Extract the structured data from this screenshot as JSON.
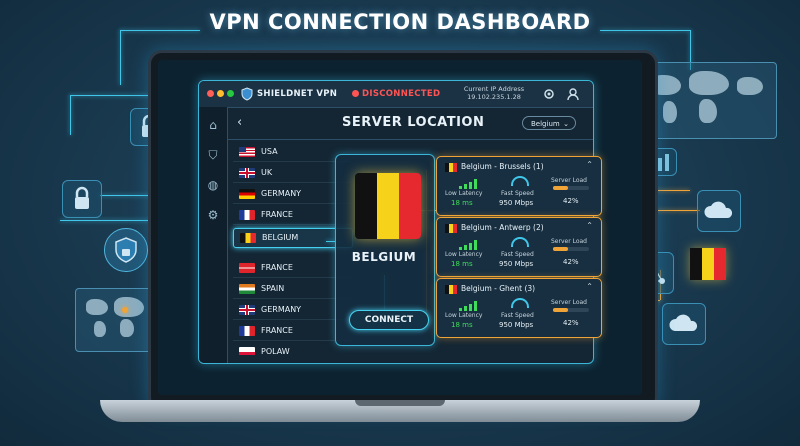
{
  "page_title": "VPN CONNECTION DASHBOARD",
  "app": {
    "name": "SHIELDNET VPN",
    "status": "DISCONNECTED",
    "ip_label": "Current IP Address",
    "ip_value": "19.102.235.1.28"
  },
  "content": {
    "title": "SERVER LOCATION",
    "region_select": "Belgium"
  },
  "countries": [
    {
      "name": "USA",
      "flag": "usa-flag"
    },
    {
      "name": "UK",
      "flag": "uk-flag"
    },
    {
      "name": "GERMANY",
      "flag": "germany-flag"
    },
    {
      "name": "FRANCE",
      "flag": "france-flag"
    },
    {
      "name": "BELGIUM",
      "flag": "belgium-flag",
      "active": true
    },
    {
      "name": "FRANCE",
      "flag": "france-flag"
    },
    {
      "name": "SPAIN",
      "flag": "spain-flag"
    },
    {
      "name": "GERMANY",
      "flag": "uk-flag"
    },
    {
      "name": "FRANCE",
      "flag": "france-flag"
    },
    {
      "name": "POLAW",
      "flag": "poland-flag"
    }
  ],
  "selected": {
    "name": "BELGIUM",
    "connect_label": "CONNECT"
  },
  "servers": [
    {
      "name": "Belgium - Brussels (1)",
      "latency_label": "Low Latency",
      "latency": "18 ms",
      "speed_label": "Fast Speed",
      "speed": "950 Mbps",
      "load_label": "Server Load",
      "load": "42%",
      "load_fraction": 0.42
    },
    {
      "name": "Belgium - Antwerp (2)",
      "latency_label": "Low Latency",
      "latency": "18 ms",
      "speed_label": "Fast Speed",
      "speed": "950 Mbps",
      "load_label": "Server Load",
      "load": "42%",
      "load_fraction": 0.42
    },
    {
      "name": "Belgium - Ghent (3)",
      "latency_label": "Low Latency",
      "latency": "18 ms",
      "speed_label": "Fast Speed",
      "speed": "950 Mbps",
      "load_label": "Server Load",
      "load": "42%",
      "load_fraction": 0.42
    }
  ],
  "colors": {
    "accent": "#3fc6e8",
    "warning": "#f0a437",
    "status_red": "#ff5454",
    "good_green": "#3edc5a"
  },
  "icons": [
    "home-icon",
    "shield-icon",
    "globe-icon",
    "settings-icon",
    "user-icon",
    "lock-icon",
    "cloud-icon",
    "network-icon"
  ]
}
